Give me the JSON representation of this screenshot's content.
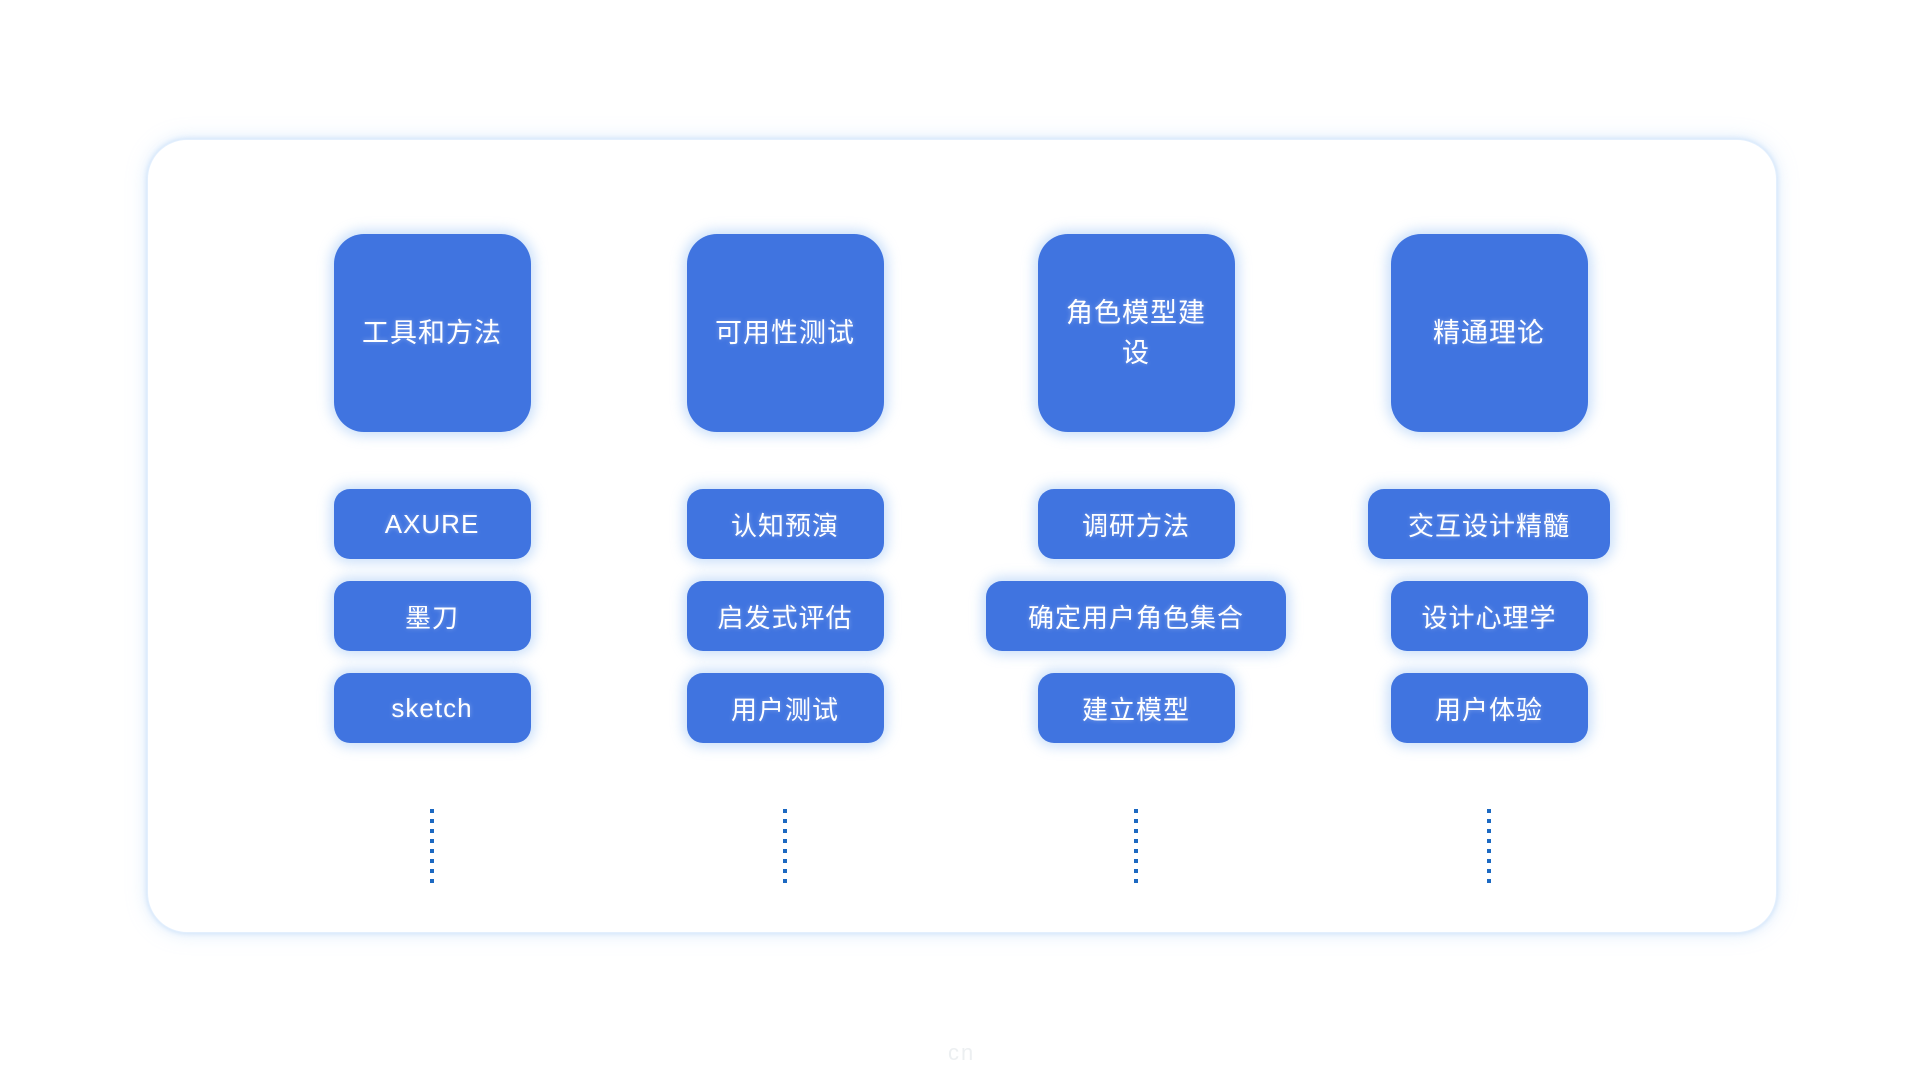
{
  "diagram": {
    "columns": [
      {
        "header": "工具和方法",
        "items": [
          {
            "label": "AXURE"
          },
          {
            "label": "墨刀"
          },
          {
            "label": "sketch"
          }
        ]
      },
      {
        "header": "可用性测试",
        "items": [
          {
            "label": "认知预演"
          },
          {
            "label": "启发式评估"
          },
          {
            "label": "用户测试"
          }
        ]
      },
      {
        "header": "角色模型建设",
        "items": [
          {
            "label": "调研方法"
          },
          {
            "label": "确定用户角色集合"
          },
          {
            "label": "建立模型"
          }
        ]
      },
      {
        "header": "精通理论",
        "items": [
          {
            "label": "交互设计精髓"
          },
          {
            "label": "设计心理学"
          },
          {
            "label": "用户体验"
          }
        ]
      }
    ]
  },
  "colors": {
    "node_fill": "#4074e0",
    "node_text": "#ffffff",
    "dot_color": "#1c69c2",
    "card_border": "#e3effd",
    "glow": "#bad5f8"
  },
  "watermark": {
    "text": "cn"
  }
}
